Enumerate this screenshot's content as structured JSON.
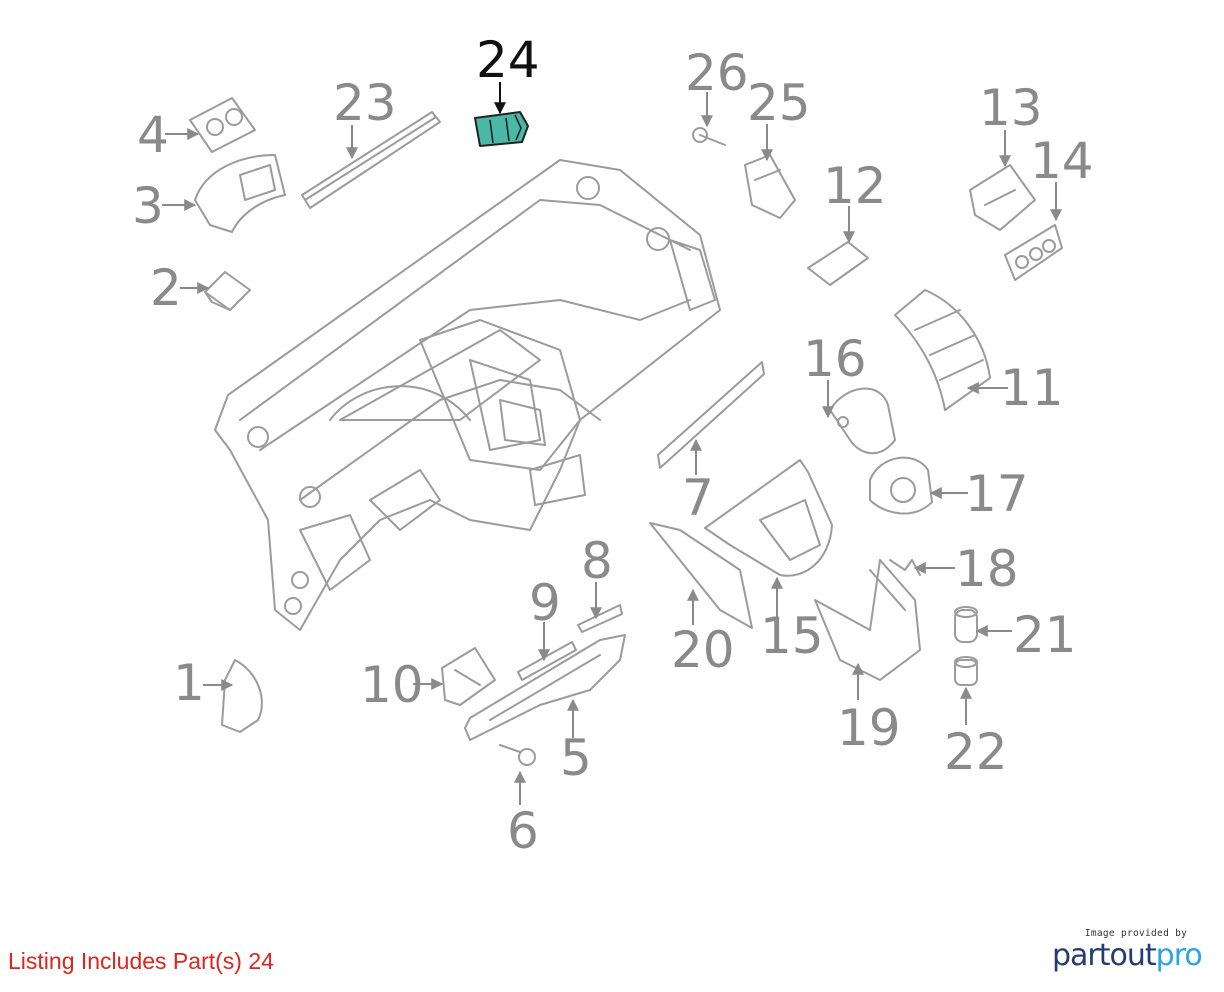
{
  "callouts": [
    {
      "id": "1",
      "label": "1"
    },
    {
      "id": "2",
      "label": "2"
    },
    {
      "id": "3",
      "label": "3"
    },
    {
      "id": "4",
      "label": "4"
    },
    {
      "id": "5",
      "label": "5"
    },
    {
      "id": "6",
      "label": "6"
    },
    {
      "id": "7",
      "label": "7"
    },
    {
      "id": "8",
      "label": "8"
    },
    {
      "id": "9",
      "label": "9"
    },
    {
      "id": "10",
      "label": "10"
    },
    {
      "id": "11",
      "label": "11"
    },
    {
      "id": "12",
      "label": "12"
    },
    {
      "id": "13",
      "label": "13"
    },
    {
      "id": "14",
      "label": "14"
    },
    {
      "id": "15",
      "label": "15"
    },
    {
      "id": "16",
      "label": "16"
    },
    {
      "id": "17",
      "label": "17"
    },
    {
      "id": "18",
      "label": "18"
    },
    {
      "id": "19",
      "label": "19"
    },
    {
      "id": "20",
      "label": "20"
    },
    {
      "id": "21",
      "label": "21"
    },
    {
      "id": "22",
      "label": "22"
    },
    {
      "id": "23",
      "label": "23"
    },
    {
      "id": "24",
      "label": "24",
      "highlighted": true
    },
    {
      "id": "25",
      "label": "25"
    },
    {
      "id": "26",
      "label": "26"
    }
  ],
  "colors": {
    "callout": "#8a8a8a",
    "highlight_callout": "#111111",
    "highlight_part": "#4bb7a7",
    "listing_text": "#e0231c",
    "brand_dark": "#243b73",
    "brand_light": "#2aa6e0"
  },
  "footer": {
    "listing": "Listing Includes Part(s) 24",
    "brand_caption": "Image provided by",
    "brand_name_a": "partout",
    "brand_name_b": "pro"
  }
}
